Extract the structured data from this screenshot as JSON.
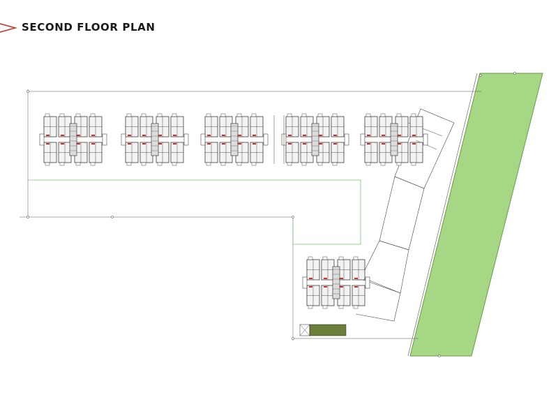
{
  "header": {
    "title": "SECOND FLOOR PLAN",
    "accent_color": "#c0392b",
    "icon": "chevron-right-outline-icon"
  },
  "plan": {
    "colors": {
      "green_belt": "#a6d785",
      "green_belt_stroke": "#6a9a4a",
      "boundary_line": "#7cc47a",
      "wall": "#222222",
      "unit_fill": "#f3f3f3",
      "balcony_red": "#d62b2b",
      "small_block": "#6b7f3a"
    },
    "tower_count_top_row": 5,
    "tower_count_lower": 1
  }
}
